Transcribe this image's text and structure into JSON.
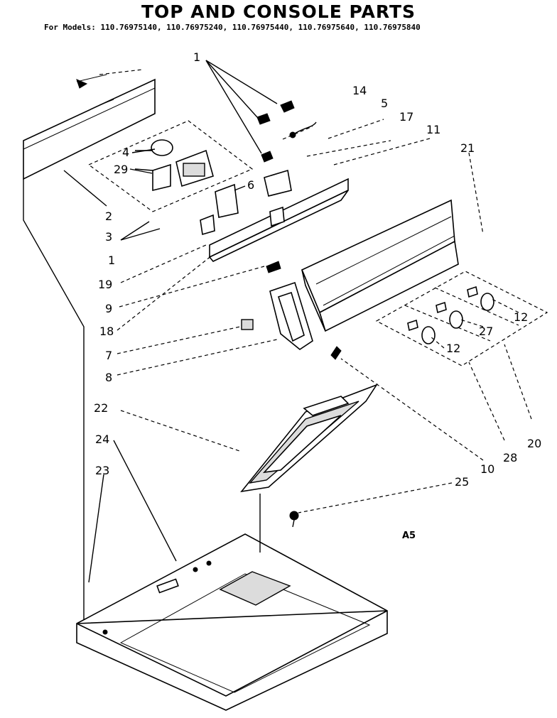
{
  "title": "TOP AND CONSOLE PARTS",
  "models_line": "For Models: 110.76975140, 110.76975240, 110.76975440, 110.76975640, 110.76975840",
  "code": "A5",
  "callouts": {
    "c1a": "1",
    "c14": "14",
    "c5": "5",
    "c17": "17",
    "c11": "11",
    "c21": "21",
    "c4": "4",
    "c29": "29",
    "c6": "6",
    "c2": "2",
    "c3": "3",
    "c1b": "1",
    "c19": "19",
    "c9": "9",
    "c18": "18",
    "c7": "7",
    "c8": "8",
    "c12a": "12",
    "c27": "27",
    "c12b": "12",
    "c22": "22",
    "c24": "24",
    "c23": "23",
    "c20": "20",
    "c28": "28",
    "c10": "10",
    "c25": "25"
  }
}
